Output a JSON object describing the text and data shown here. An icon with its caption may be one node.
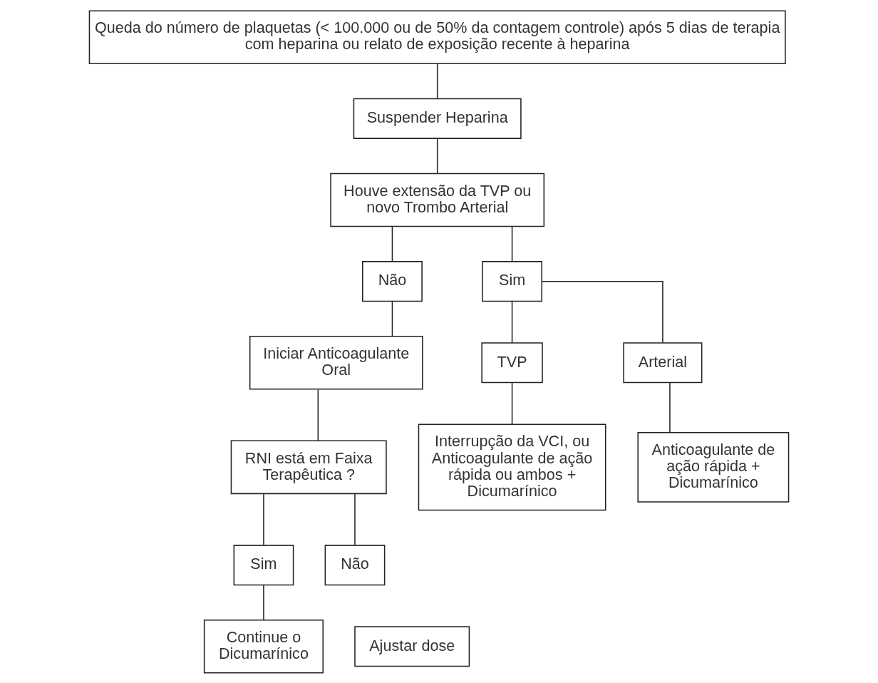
{
  "diagram": {
    "nodes": [
      {
        "text": [
          "Queda do número de plaquetas (< 100.000 ou de 50% da contagem controle) após 5 dias de terapia com heparina ou relato de exposição recente à heparina"
        ]
      },
      {
        "text": [
          "Suspender Heparina"
        ]
      },
      {
        "text": [
          "Houve extensão da TVP ou novo Trombo Arterial"
        ]
      },
      {
        "text": [
          "Não"
        ]
      },
      {
        "text": [
          "Sim"
        ]
      },
      {
        "text": [
          "Iniciar Anticoagulante Oral"
        ]
      },
      {
        "text": [
          "TVP"
        ]
      },
      {
        "text": [
          "Arterial"
        ]
      },
      {
        "text": [
          "RNI está em Faixa Terapêutica ?"
        ]
      },
      {
        "text": [
          "Interrupção da VCI, ou Anticoagulante de ação rápida ou ambos + Dicumarínico"
        ]
      },
      {
        "text": [
          "Anticoagulante de ação rápida + Dicumarínico"
        ]
      },
      {
        "text": [
          "Sim"
        ]
      },
      {
        "text": [
          "Não"
        ]
      },
      {
        "text": [
          "Continue o Dicumarínico"
        ]
      },
      {
        "text": [
          "Ajustar dose"
        ]
      }
    ],
    "edges": [
      {
        "from": 0,
        "to": 1,
        "arrow": "none"
      },
      {
        "from": 1,
        "to": 2,
        "arrow": "none"
      },
      {
        "from": 2,
        "to": 3,
        "arrow": "none"
      },
      {
        "from": 2,
        "to": 4,
        "arrow": "none"
      },
      {
        "from": 3,
        "to": 5,
        "arrow": "none"
      },
      {
        "from": 4,
        "to": 6,
        "arrow": "none"
      },
      {
        "from": 4,
        "to": 7,
        "arrow": "none"
      },
      {
        "from": 5,
        "to": 8,
        "arrow": "none"
      },
      {
        "from": 6,
        "to": 9,
        "arrow": "none"
      },
      {
        "from": 7,
        "to": 10,
        "arrow": "none"
      },
      {
        "from": 8,
        "to": 11,
        "arrow": "none"
      },
      {
        "from": 8,
        "to": 12,
        "arrow": "none"
      },
      {
        "from": 11,
        "to": 13,
        "arrow": "none"
      }
    ]
  }
}
